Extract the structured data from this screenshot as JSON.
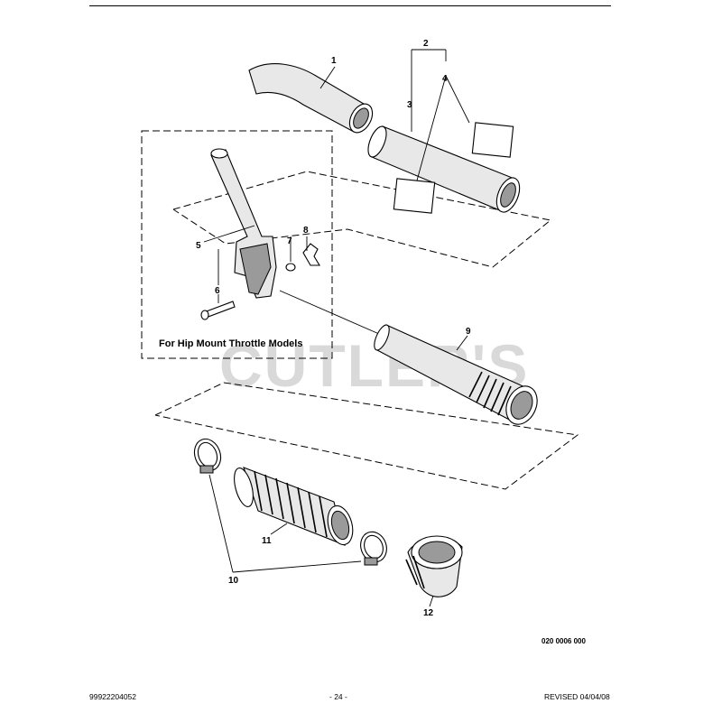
{
  "watermark": "CUTLER'S",
  "box_caption": "For Hip Mount Throttle Models",
  "callouts": [
    "1",
    "2",
    "3",
    "4",
    "5",
    "6",
    "7",
    "8",
    "9",
    "10",
    "11",
    "12"
  ],
  "drawing_number": "020 0006 000",
  "footer": {
    "part_number": "99922204052",
    "page": "- 24 -",
    "revised": "REVISED 04/04/08"
  }
}
